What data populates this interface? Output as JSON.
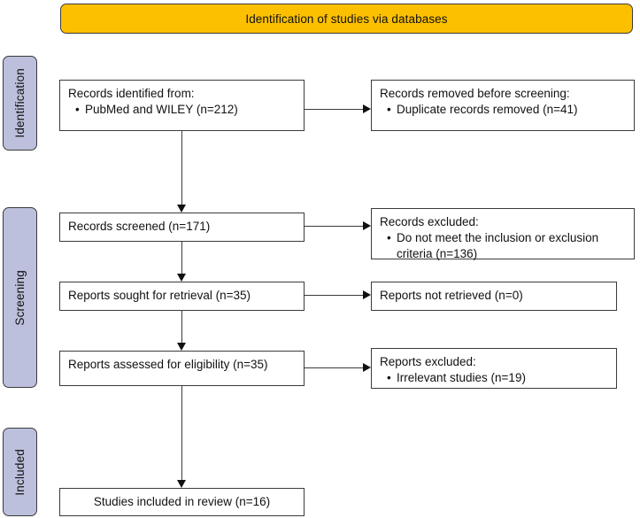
{
  "banner": {
    "title": "Identification of studies via databases"
  },
  "stages": [
    {
      "key": "identification",
      "label": "Identification"
    },
    {
      "key": "screening",
      "label": "Screening"
    },
    {
      "key": "included",
      "label": "Included"
    }
  ],
  "flow": {
    "identified": {
      "heading": "Records identified from:",
      "bullets": [
        "PubMed and WILEY (n=212)"
      ]
    },
    "removed": {
      "heading": "Records removed before screening:",
      "bullets": [
        "Duplicate records removed (n=41)"
      ]
    },
    "screened": {
      "heading": "Records screened (n=171)"
    },
    "excluded_records": {
      "heading": "Records excluded:",
      "bullets": [
        "Do not meet the inclusion or exclusion criteria (n=136)"
      ]
    },
    "sought": {
      "heading": "Reports sought for retrieval (n=35)"
    },
    "not_retrieved": {
      "heading": "Reports not retrieved (n=0)"
    },
    "assessed": {
      "heading": "Reports assessed for eligibility (n=35)"
    },
    "excluded_reports": {
      "heading": "Reports excluded:",
      "bullets": [
        "Irrelevant studies (n=19)"
      ]
    },
    "included": {
      "heading": "Studies included in review (n=16)"
    }
  },
  "colors": {
    "banner_fill": "#FCC000",
    "stage_fill": "#BCC0DC",
    "box_fill": "#FFFFFF",
    "stroke": "#3B3B3B",
    "text": "#111111"
  }
}
